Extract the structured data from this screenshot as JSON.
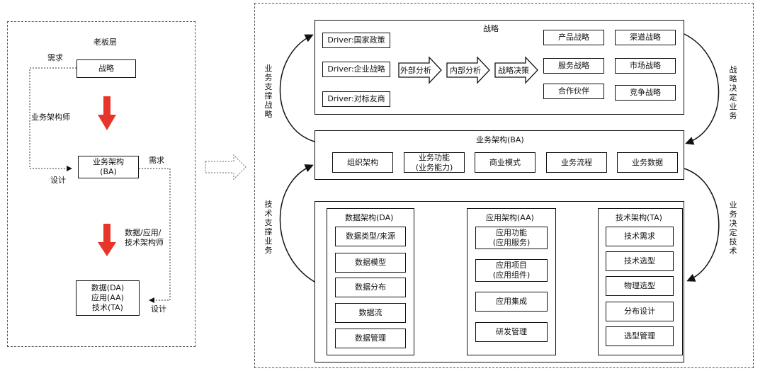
{
  "left": {
    "title": "老板层",
    "need_top": "需求",
    "strategy": "战略",
    "architect_label": "业务架构师",
    "ba_box": "业务架构\n(BA)",
    "need_right": "需求",
    "design_left": "设计",
    "tech_architect": "数据/应用/\n技术架构师",
    "bottom_box": "数据(DA)\n应用(AA)\n技术(TA)",
    "design_bottom": "设计",
    "arrow_color": "#e8352b"
  },
  "right": {
    "strategy": {
      "title": "战略",
      "drivers": [
        "Driver:国家政策",
        "Driver:企业战略",
        "Driver:对标友商"
      ],
      "flow": [
        "外部分析",
        "内部分析",
        "战略决策"
      ],
      "outputs": [
        "产品战略",
        "渠道战略",
        "服务战略",
        "市场战略",
        "合作伙伴",
        "竞争战略"
      ]
    },
    "ba": {
      "title": "业务架构(BA)",
      "items": [
        "组织架构",
        "业务功能\n(业务能力)",
        "商业模式",
        "业务流程",
        "业务数据"
      ]
    },
    "da": {
      "title": "数据架构(DA)",
      "items": [
        "数据类型/来源",
        "数据模型",
        "数据分布",
        "数据流",
        "数据管理"
      ]
    },
    "aa": {
      "title": "应用架构(AA)",
      "items": [
        "应用功能\n(应用服务)",
        "应用项目\n(应用组件)",
        "应用集成",
        "研发管理"
      ]
    },
    "ta": {
      "title": "技术架构(TA)",
      "items": [
        "技术需求",
        "技术选型",
        "物理选型",
        "分布设计",
        "选型管理"
      ]
    },
    "side_labels": {
      "biz_support_strategy": "业务支撑战略",
      "strategy_decides_biz": "战略决定业务",
      "tech_support_biz": "技术支撑业务",
      "biz_decides_tech": "业务决定技术"
    }
  }
}
